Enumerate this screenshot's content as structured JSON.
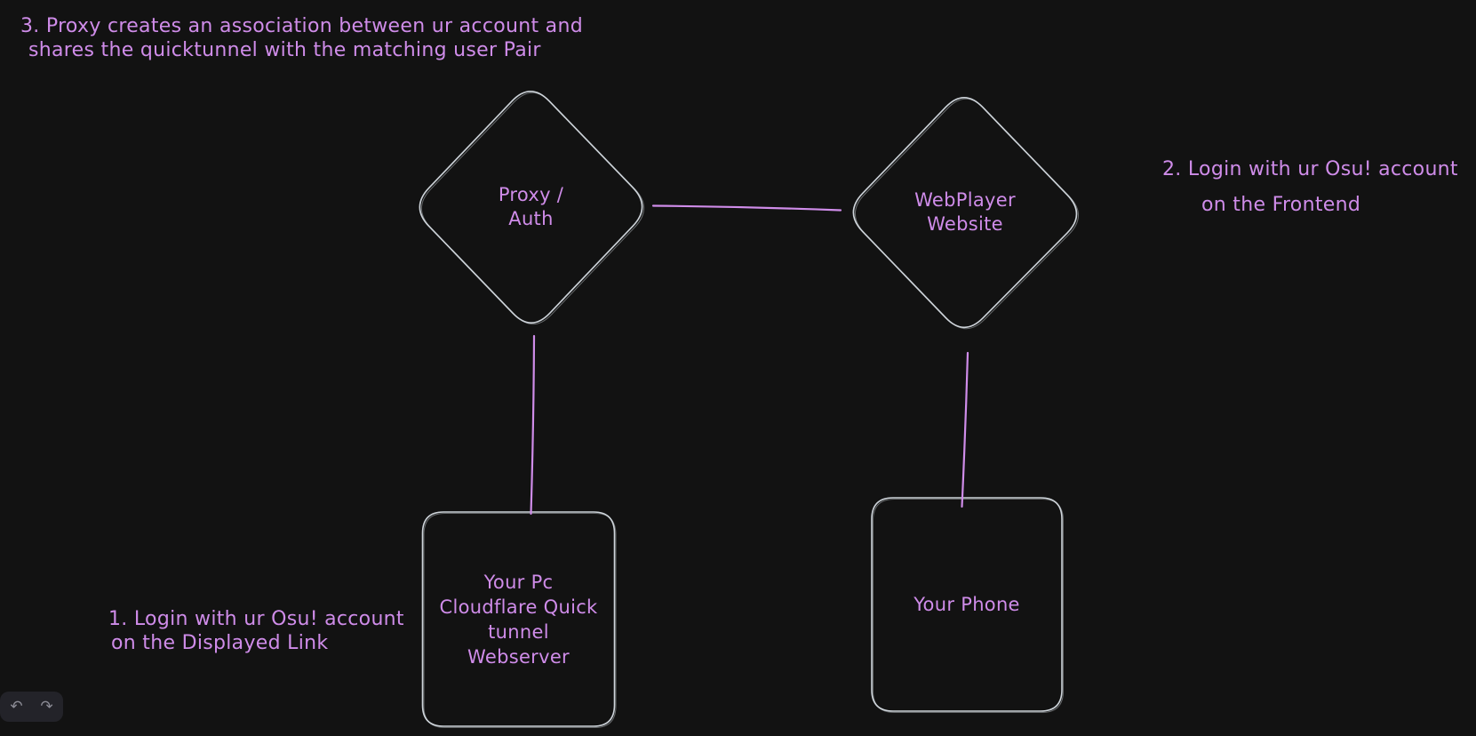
{
  "colors": {
    "canvas_background": "#121212",
    "shape_stroke": "#ced4da",
    "accent_purple": "#cf8ce9",
    "island_background": "#232329",
    "island_icon": "#8b8b95"
  },
  "nodes": {
    "proxy_auth": {
      "shape": "diamond",
      "label": "Proxy /\nAuth"
    },
    "webplayer": {
      "shape": "diamond",
      "label": "WebPlayer\nWebsite"
    },
    "pc": {
      "shape": "rounded-rect",
      "label": "Your Pc\nCloudflare Quick\ntunnel\nWebserver"
    },
    "phone": {
      "shape": "rounded-rect",
      "label": "Your Phone"
    }
  },
  "connectors": [
    {
      "from": "proxy_auth",
      "to": "webplayer"
    },
    {
      "from": "proxy_auth",
      "to": "pc"
    },
    {
      "from": "webplayer",
      "to": "phone"
    }
  ],
  "annotations": {
    "step3": {
      "line1": "3. Proxy creates an association between ur account and",
      "line2": "shares the quicktunnel with the matching user Pair"
    },
    "step2": {
      "line1": "2. Login with ur Osu! account",
      "line2": "on the Frontend"
    },
    "step1": {
      "line1": "1. Login with ur Osu! account",
      "line2": "on the Displayed Link"
    }
  },
  "history_toolbar": {
    "undo_glyph": "↶",
    "redo_glyph": "↷"
  }
}
